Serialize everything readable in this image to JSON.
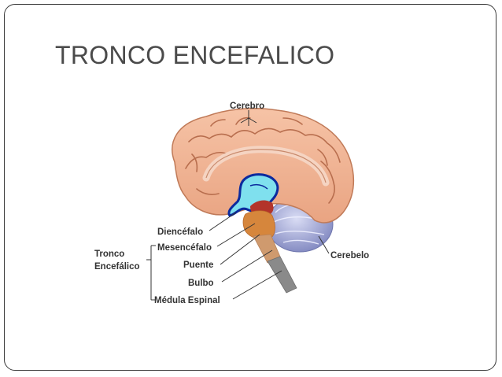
{
  "slide": {
    "title": "TRONCO ENCEFALICO"
  },
  "diagram": {
    "labels": {
      "cerebro": "Cerebro",
      "diencefalo": "Diencéfalo",
      "mesencefalo": "Mesencéfalo",
      "puente": "Puente",
      "bulbo": "Bulbo",
      "medula": "Médula Espinal",
      "cerebelo": "Cerebelo",
      "tronco_line1": "Tronco",
      "tronco_line2": "Encefálico"
    },
    "colors": {
      "cortex": "#f1b596",
      "sulci": "#b86e4e",
      "diencephalon": "#7fe0ee",
      "diencephalon_outline": "#0b2a9e",
      "midbrain": "#b3342a",
      "pons": "#d6863c",
      "medulla": "#cf9a6e",
      "spinal_cord": "#8a8a8a",
      "cerebellum": "#8e93c4"
    }
  }
}
